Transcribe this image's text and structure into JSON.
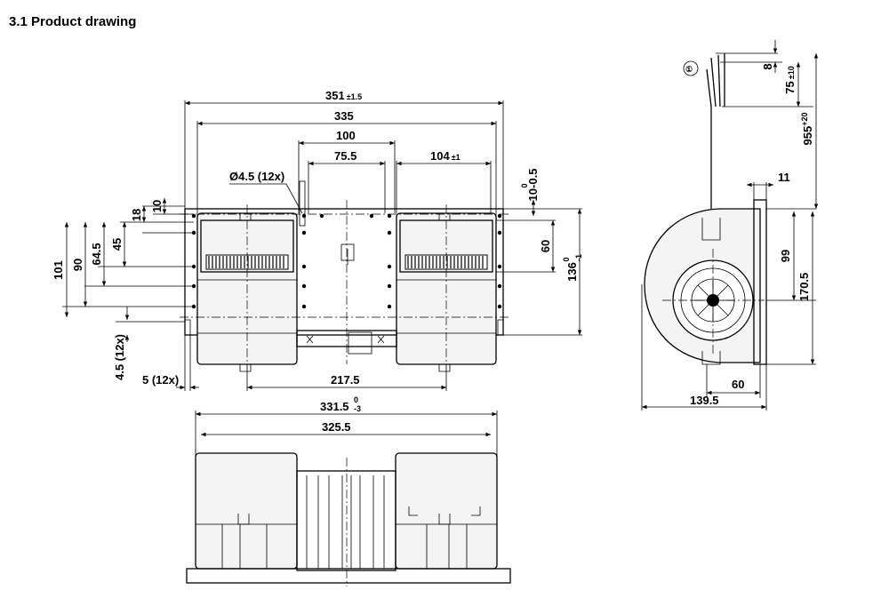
{
  "heading": "3.1 Product drawing",
  "callout_1": "①",
  "front_view": {
    "width_total": "351",
    "width_total_tol": "±1.5",
    "width_inner": "335",
    "hole_spacing_center": "100",
    "hole_spacing_inner": "75.5",
    "hole_label": "Ø4.5 (12x)",
    "outlet_width": "104",
    "outlet_width_tol": "±1",
    "dim_10": "10",
    "dim_18": "18",
    "dim_10_tol_top": "0",
    "dim_10_tol": "10-0.5",
    "dim_45": "45",
    "dim_64_5": "64.5",
    "dim_90": "90",
    "dim_101": "101",
    "dim_60": "60",
    "height_136": "136",
    "height_136_tol_top": "0",
    "height_136_tol_bottom": "-1",
    "slot_4_5": "4.5 (12x)",
    "slot_5": "5 (12x)",
    "dim_217_5": "217.5"
  },
  "bottom_view": {
    "width_outer": "331.5",
    "width_outer_tol_top": "0",
    "width_outer_tol_bottom": "-3",
    "width_inner": "325.5"
  },
  "side_view": {
    "dim_8": "8",
    "dim_75": "75",
    "dim_75_tol": "±10",
    "dim_955": "955",
    "dim_955_tol": "+20",
    "dim_11": "11",
    "dim_99": "99",
    "dim_170_5": "170.5",
    "dim_60": "60",
    "dim_139_5": "139.5"
  }
}
